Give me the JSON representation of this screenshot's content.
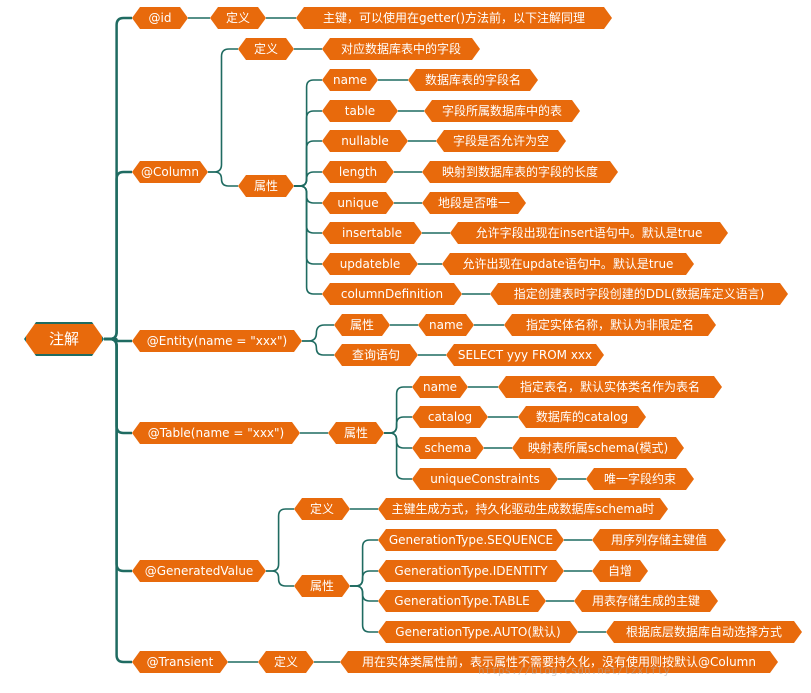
{
  "root": "注解",
  "watermark": "https://blog.csdn.net/lzxlfly",
  "colors": {
    "node": "#e86a0c",
    "line": "#1f6b61"
  },
  "nodes": {
    "id": "@id",
    "id_def": "定义",
    "id_def_text": "主键，可以使用在getter()方法前，以下注解同理",
    "column": "@Column",
    "column_def": "定义",
    "column_def_text": "对应数据库表中的字段",
    "column_attr": "属性",
    "col_name": "name",
    "col_name_d": "数据库表的字段名",
    "col_table": "table",
    "col_table_d": "字段所属数据库中的表",
    "col_nullable": "nullable",
    "col_nullable_d": "字段是否允许为空",
    "col_length": "length",
    "col_length_d": "映射到数据库表的字段的长度",
    "col_unique": "unique",
    "col_unique_d": "地段是否唯一",
    "col_insertable": "insertable",
    "col_insertable_d": "允许字段出现在insert语句中。默认是true",
    "col_updateble": "updateble",
    "col_updateble_d": "允许出现在update语句中。默认是true",
    "col_coldef": "columnDefinition",
    "col_coldef_d": "指定创建表时字段创建的DDL(数据库定义语言)",
    "entity": "@Entity(name = \"xxx\")",
    "entity_attr": "属性",
    "entity_name": "name",
    "entity_name_d": "指定实体名称，默认为非限定名",
    "entity_query": "查询语句",
    "entity_query_d": "SELECT yyy FROM xxx",
    "table": "@Table(name = \"xxx\")",
    "table_attr": "属性",
    "tbl_name": "name",
    "tbl_name_d": "指定表名，默认实体类名作为表名",
    "tbl_catalog": "catalog",
    "tbl_catalog_d": "数据库的catalog",
    "tbl_schema": "schema",
    "tbl_schema_d": "映射表所属schema(模式)",
    "tbl_uc": "uniqueConstraints",
    "tbl_uc_d": "唯一字段约束",
    "gen": "@GeneratedValue",
    "gen_def": "定义",
    "gen_def_text": "主键生成方式，持久化驱动生成数据库schema时",
    "gen_attr": "属性",
    "gen_seq": "GenerationType.SEQUENCE",
    "gen_seq_d": "用序列存储主键值",
    "gen_id": "GenerationType.IDENTITY",
    "gen_id_d": "自增",
    "gen_table": "GenerationType.TABLE",
    "gen_table_d": "用表存储生成的主键",
    "gen_auto": "GenerationType.AUTO(默认)",
    "gen_auto_d": "根据底层数据库自动选择方式",
    "transient": "@Transient",
    "transient_def": "定义",
    "transient_def_text": "用在实体类属性前，表示属性不需要持久化，没有使用则按默认@Column"
  }
}
